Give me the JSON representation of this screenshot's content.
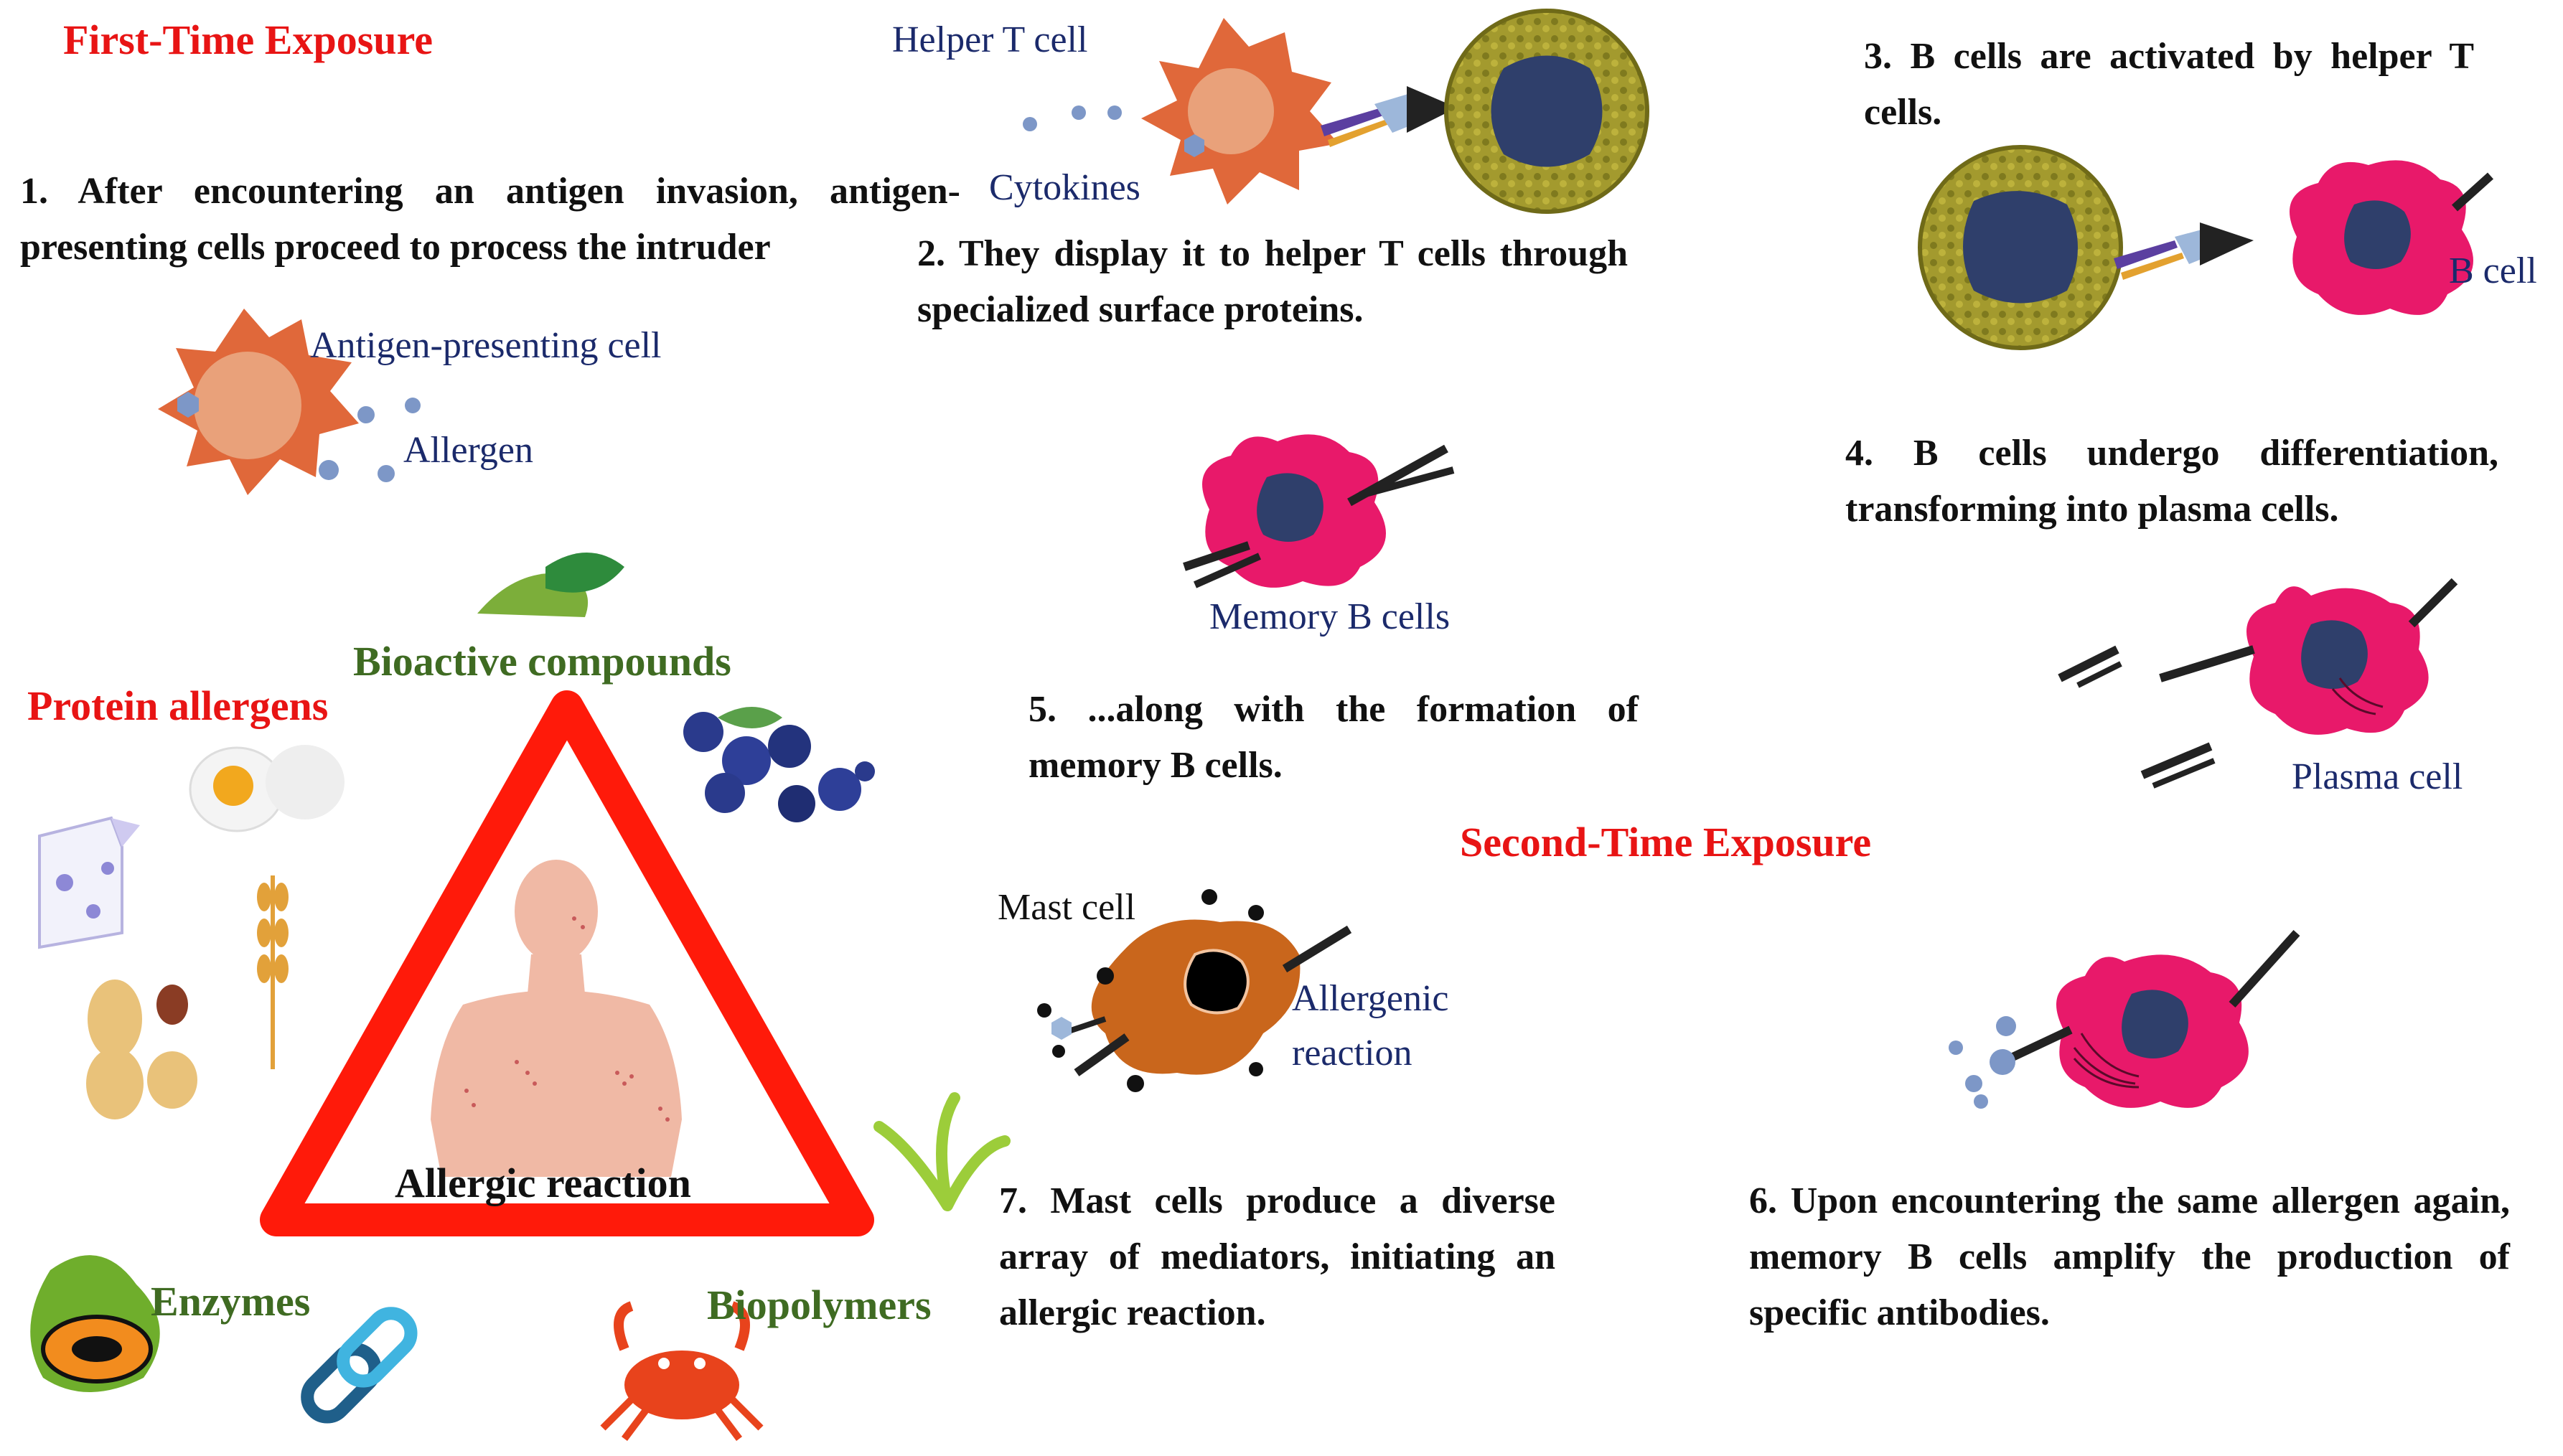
{
  "headings": {
    "first_time": "First-Time Exposure",
    "second_time": "Second-Time Exposure",
    "protein_allergens": "Protein allergens"
  },
  "steps": {
    "step1": "1. After encountering an antigen invasion, antigen-presenting cells proceed to process the intruder",
    "step2": "2. They display it to helper T cells through specialized surface proteins.",
    "step3": "3. B cells are activated by helper T cells.",
    "step4": "4. B cells undergo differentiation, transforming into plasma cells.",
    "step5": "5. ...along with the formation of memory B cells.",
    "step6": "6. Upon encountering the same allergen again, memory B cells amplify the production of specific antibodies.",
    "step7": "7. Mast cells produce a diverse array of mediators, initiating an allergic reaction."
  },
  "labels": {
    "helper_t_cell": "Helper T cell",
    "cytokines": "Cytokines",
    "antigen_presenting_cell": "Antigen-presenting cell",
    "allergen": "Allergen",
    "b_cell": "B cell",
    "memory_b_cells": "Memory B cells",
    "plasma_cell": "Plasma cell",
    "mast_cell": "Mast cell",
    "allergenic_reaction_line1": "Allergenic",
    "allergenic_reaction_line2": "reaction"
  },
  "categories": {
    "bioactive": "Bioactive compounds",
    "enzymes": "Enzymes",
    "biopolymers": "Biopolymers"
  },
  "center_label": "Allergic reaction",
  "colors": {
    "heading_red": "#e81414",
    "label_blue": "#1b2a6b",
    "category_green": "#3f6b22",
    "warning_triangle": "#ff1a0a",
    "apc_orange": "#e0683a",
    "helper_t_olive": "#9c9428",
    "b_cell_pink": "#e8196a",
    "nucleus_navy": "#2f3f6b",
    "mast_cell_brown": "#c9661c"
  }
}
